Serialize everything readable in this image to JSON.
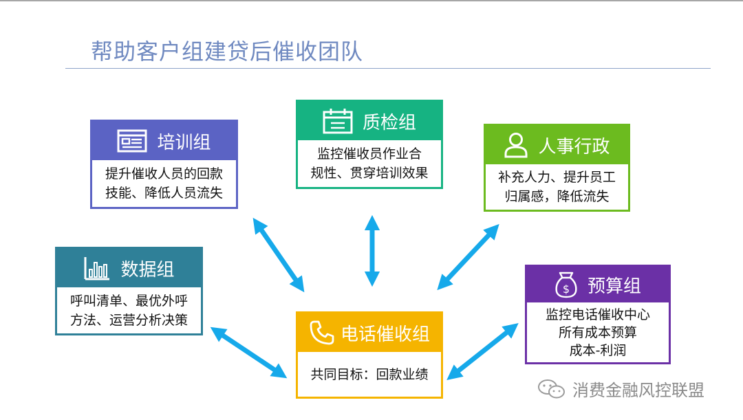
{
  "title": "帮助客户组建贷后催收团队",
  "colors": {
    "purple_blue": "#5b63c4",
    "teal_green": "#16b382",
    "lime_green": "#6cbb1f",
    "steel_blue": "#2f8098",
    "violet": "#6b30a6",
    "amber": "#f5b400",
    "arrow": "#16a9ea"
  },
  "cards": {
    "training": {
      "title": "培训组",
      "icon": "browser-window-icon",
      "lines": [
        "提升催收人员的回款",
        "技能、降低人员流失"
      ]
    },
    "qc": {
      "title": "质检组",
      "icon": "calendar-icon",
      "lines": [
        "监控催收员作业合",
        "规性、贯穿培训效果"
      ]
    },
    "hr": {
      "title": "人事行政",
      "icon": "person-icon",
      "lines": [
        "补充人力、提升员工",
        "归属感，降低流失"
      ]
    },
    "data": {
      "title": "数据组",
      "icon": "bar-chart-icon",
      "lines": [
        "呼叫清单、最优外呼",
        "方法、运营分析决策"
      ]
    },
    "budget": {
      "title": "预算组",
      "icon": "money-bag-icon",
      "lines": [
        "监控电话催收中心",
        "所有成本预算",
        "成本-利润"
      ]
    },
    "center": {
      "title": "电话催收组",
      "icon": "phone-icon",
      "lines": [
        "共同目标：回款业绩"
      ]
    }
  },
  "watermark": {
    "text": "消费金融风控联盟",
    "icon": "wechat-icon"
  }
}
